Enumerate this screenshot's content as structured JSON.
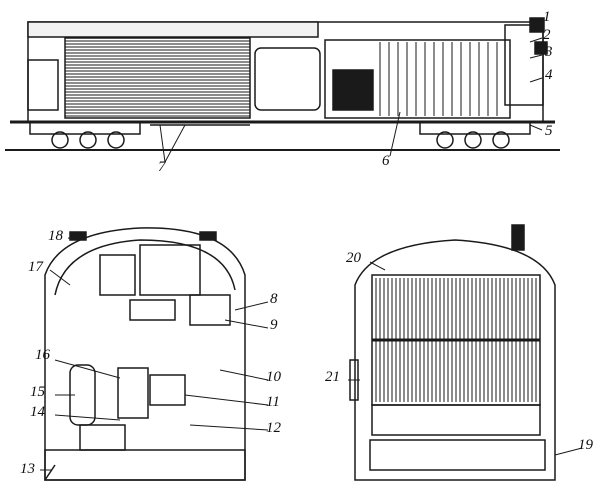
{
  "figure": {
    "side_view_labels": [
      "1",
      "2",
      "3",
      "4",
      "5",
      "6",
      "7"
    ],
    "left_section_labels": [
      "8",
      "9",
      "10",
      "11",
      "12",
      "13",
      "14",
      "15",
      "16",
      "17",
      "18"
    ],
    "right_section_labels": [
      "19",
      "20",
      "21"
    ]
  },
  "colors": {
    "ink": "#1a1a1a",
    "paper": "#ffffff"
  }
}
